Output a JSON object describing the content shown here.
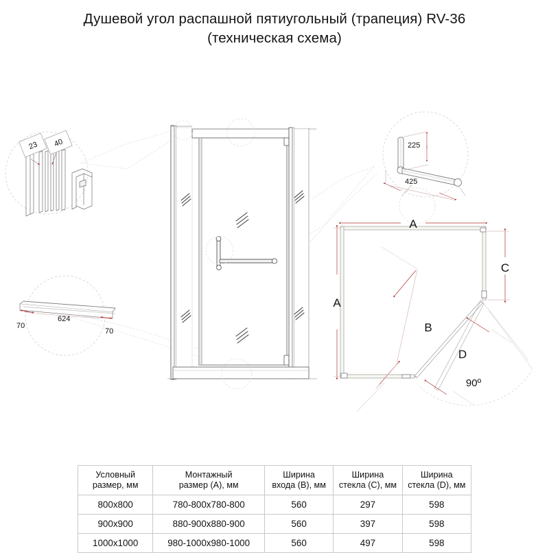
{
  "title": {
    "line1": "Душевой угол распашной пятиугольный (трапеция) RV-36",
    "line2": "(техническая схема)"
  },
  "details": {
    "profile_section": {
      "name": "profile-cross-section-detail",
      "dim_a": "23",
      "dim_b": "40"
    },
    "threshold_bar": {
      "name": "threshold-bar-detail",
      "dim_left": "70",
      "dim_center": "624",
      "dim_right": "70"
    },
    "handle": {
      "name": "handle-detail",
      "dim_vertical": "225",
      "dim_horizontal": "425"
    }
  },
  "plan_view": {
    "label_a_top": "A",
    "label_a_left": "A",
    "label_b": "B",
    "label_c": "C",
    "label_d": "D",
    "angle": "90º"
  },
  "table": {
    "headers": [
      {
        "l1": "Условный",
        "l2": "размер, мм"
      },
      {
        "l1": "Монтажный",
        "l2": "размер (A), мм"
      },
      {
        "l1": "Ширина",
        "l2": "входа (B), мм"
      },
      {
        "l1": "Ширина",
        "l2": "стекла (C), мм"
      },
      {
        "l1": "Ширина",
        "l2": "стекла (D), мм"
      }
    ],
    "rows": [
      [
        "800x800",
        "780-800x780-800",
        "560",
        "297",
        "598"
      ],
      [
        "900x900",
        "880-900x880-900",
        "560",
        "397",
        "598"
      ],
      [
        "1000x1000",
        "980-1000x980-1000",
        "560",
        "497",
        "598"
      ]
    ]
  },
  "colors": {
    "line": "#555555",
    "line_light": "#9a9a9a",
    "dim_red": "#b03030",
    "detail_circle": "#cfcfcf",
    "table_border": "#c8c8c8"
  }
}
